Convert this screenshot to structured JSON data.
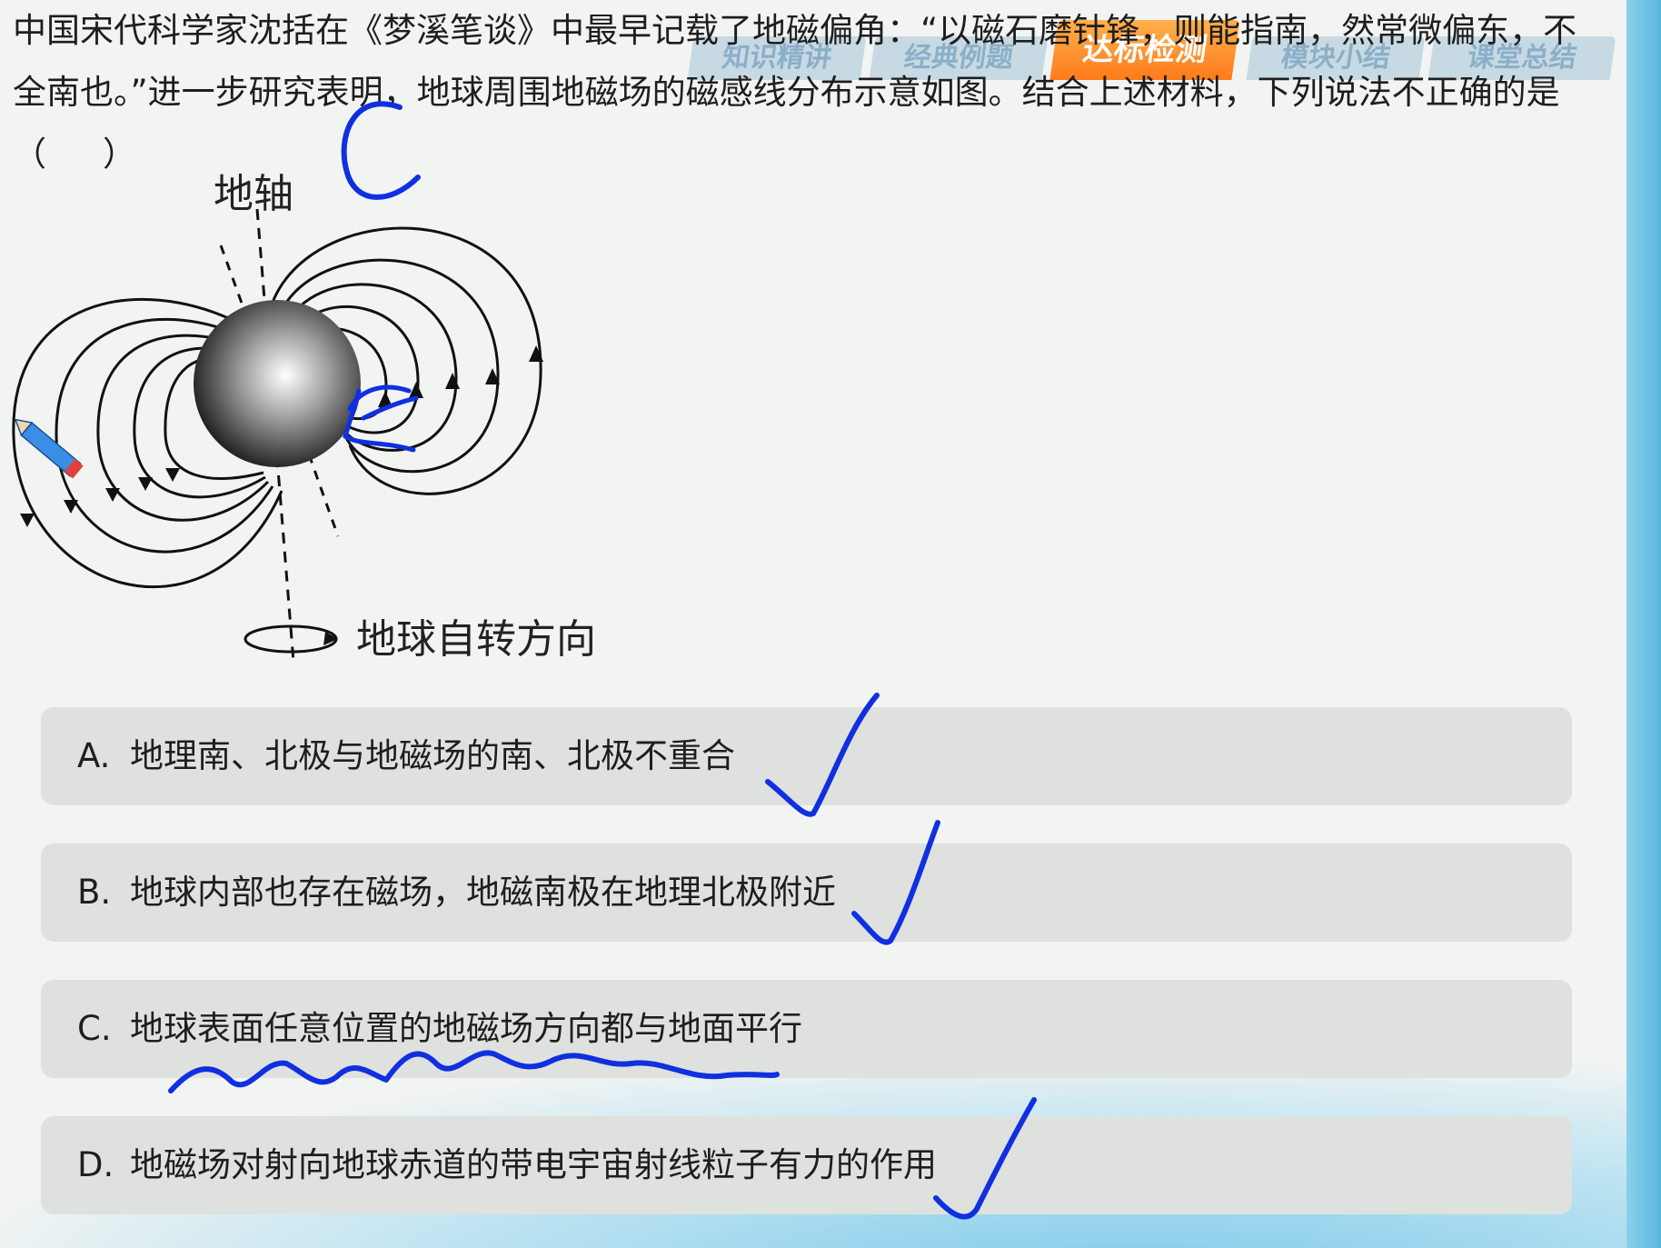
{
  "nav": {
    "tabs": [
      "知识精讲",
      "经典例题",
      "达标检测",
      "模块小结",
      "课堂总结"
    ],
    "active_index": 2
  },
  "question": {
    "text": "中国宋代科学家沈括在《梦溪笔谈》中最早记载了地磁偏角：“以磁石磨针锋，则能指南，然常微偏东，不全南也。”进一步研究表明，地球周围地磁场的磁感线分布示意如图。结合上述材料，下列说法不正确的是（",
    "paren_close": "）",
    "handwritten_answer": "C"
  },
  "diagram": {
    "axis_label": "地轴",
    "rotation_label": "地球自转方向"
  },
  "options": [
    {
      "letter": "A.",
      "text": "地理南、北极与地磁场的南、北极不重合"
    },
    {
      "letter": "B.",
      "text": "地球内部也存在磁场，地磁南极在地理北极附近"
    },
    {
      "letter": "C.",
      "text": "地球表面任意位置的地磁场方向都与地面平行"
    },
    {
      "letter": "D.",
      "text": "地磁场对射向地球赤道的带电宇宙射线粒子有力的作用"
    }
  ],
  "colors": {
    "ink": "#1030e0",
    "active_tab": "#ff8a24",
    "option_bg": "#dfe1df"
  }
}
